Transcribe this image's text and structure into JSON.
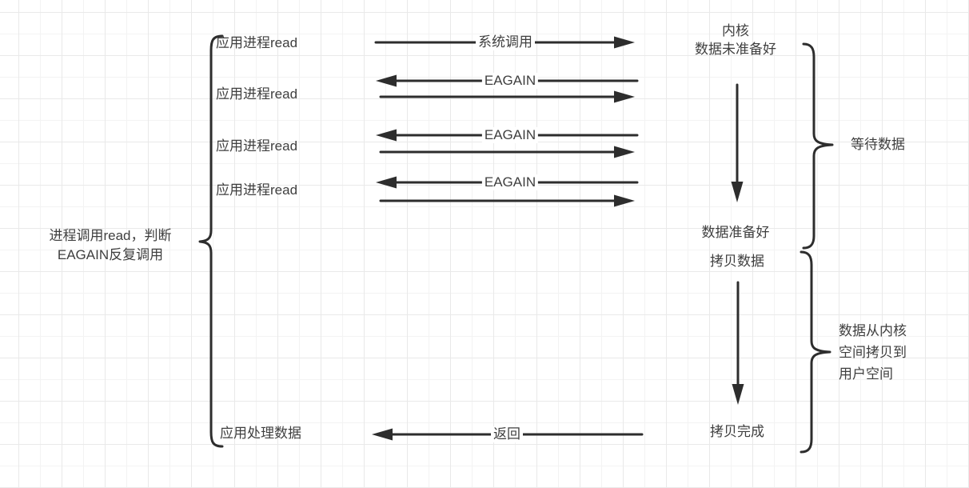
{
  "palette": {
    "background": "#ffffff",
    "grid_minor": "#f3f3f3",
    "grid_major": "#e9e9e9",
    "line_color": "#2d2d2d",
    "text_color": "#3f3f3f"
  },
  "left_annotation": {
    "line1": "进程调用read，判断",
    "line2": "EAGAIN反复调用"
  },
  "process_rows": [
    {
      "label": "应用进程read",
      "arrow": "系统调用"
    },
    {
      "label": "应用进程read",
      "arrow": "EAGAIN"
    },
    {
      "label": "应用进程read",
      "arrow": "EAGAIN"
    },
    {
      "label": "应用进程read",
      "arrow": "EAGAIN"
    }
  ],
  "bottom_row": {
    "label": "应用处理数据",
    "arrow": "返回"
  },
  "kernel": {
    "title": "内核",
    "not_ready": "数据未准备好",
    "ready": "数据准备好",
    "copy_start": "拷贝数据",
    "copy_done": "拷贝完成"
  },
  "right_annotations": {
    "wait_data": "等待数据",
    "copy_line1": "数据从内核",
    "copy_line2": "空间拷贝到",
    "copy_line3": "用户空间"
  }
}
